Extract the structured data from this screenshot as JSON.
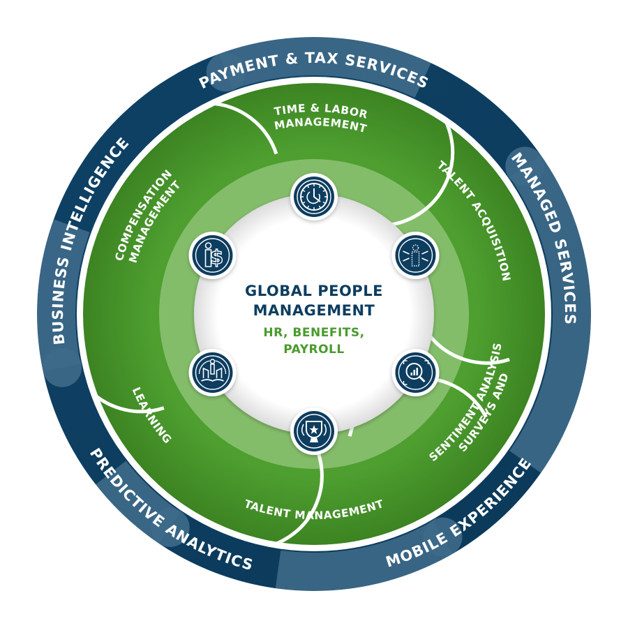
{
  "diagram": {
    "title": "Global People Management Wheel",
    "colors": {
      "navy": "#0d3d5f",
      "navy_light": "#3e6a89",
      "green": "#4a9a2d",
      "green_dark": "#3f8a25",
      "green_light": "#87bf6e",
      "white": "#ffffff",
      "center_title": "#0d3d5f",
      "center_sub": "#4a9a2d"
    },
    "center": {
      "title_line1": "GLOBAL PEOPLE",
      "title_line2": "MANAGEMENT",
      "subtitle_line1": "HR, BENEFITS,",
      "subtitle_line2": "PAYROLL"
    },
    "outer_ring": [
      {
        "label": "PAYMENT & TAX SERVICES"
      },
      {
        "label": "MANAGED SERVICES"
      },
      {
        "label": "MOBILE EXPERIENCE"
      },
      {
        "label": "PREDICTIVE ANALYTICS"
      },
      {
        "label": "BUSINESS INTELLIGENCE"
      }
    ],
    "segments": [
      {
        "lines": [
          "TIME & LABOR",
          "MANAGEMENT"
        ],
        "icon": "clock-icon"
      },
      {
        "lines": [
          "TALENT ACQUISITION"
        ],
        "icon": "talent-acquisition-icon"
      },
      {
        "lines": [
          "SURVEYS AND",
          "SENTIMENT ANALYSIS"
        ],
        "icon": "analytics-search-icon"
      },
      {
        "lines": [
          "TALENT MANAGEMENT"
        ],
        "icon": "trophy-icon"
      },
      {
        "lines": [
          "LEARNING"
        ],
        "icon": "learning-book-icon"
      },
      {
        "lines": [
          "COMPENSATION",
          "MANAGEMENT"
        ],
        "icon": "compensation-dollar-icon"
      }
    ]
  }
}
